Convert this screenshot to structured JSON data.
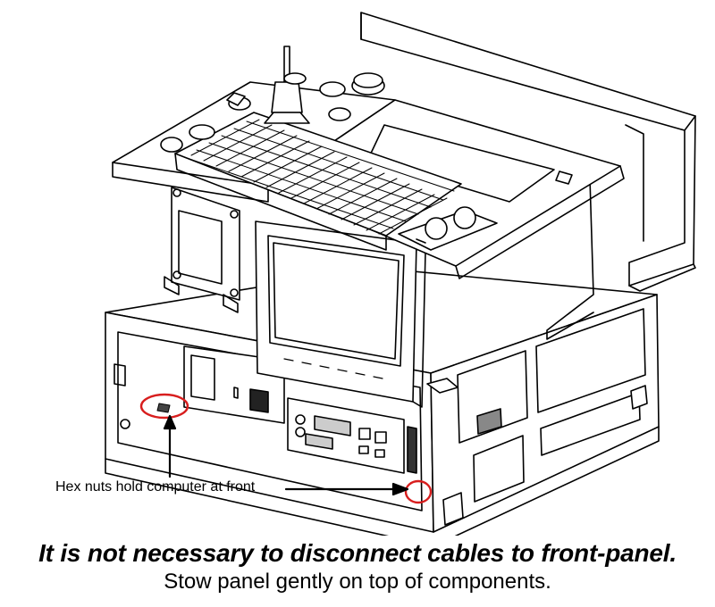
{
  "diagram": {
    "callout_text": "Hex nuts hold computer at front",
    "caption_main": "It is not necessary to disconnect cables to front-panel.",
    "caption_sub": "Stow panel gently on top of components.",
    "highlight_color": "#d81e1e",
    "line_color": "#000000"
  }
}
